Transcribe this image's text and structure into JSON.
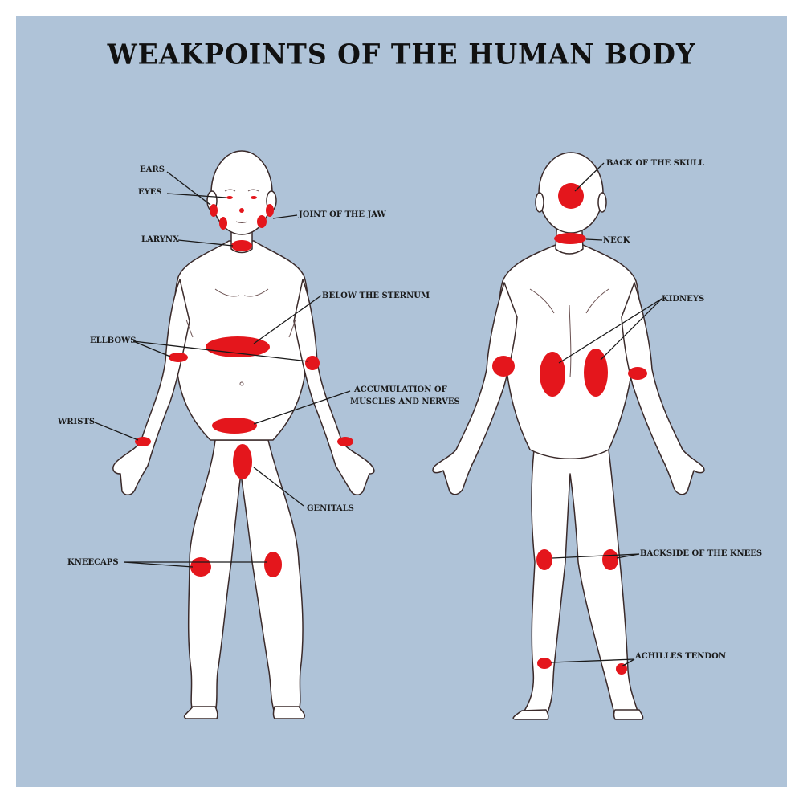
{
  "title": "WEAKPOINTS OF THE HUMAN BODY",
  "colors": {
    "background": "#afc3d8",
    "spot": "#e4161c",
    "body": "#ffffff",
    "outline": "#3a2a2a"
  },
  "front_view": {
    "labels": {
      "ears": "EARS",
      "eyes": "EYES",
      "jaw": "JOINT OF THE JAW",
      "larynx": "LARYNX",
      "sternum": "BELOW THE STERNUM",
      "elbows": "ELLBOWS",
      "nerves_line1": "ACCUMULATION OF",
      "nerves_line2": "MUSCLES AND NERVES",
      "wrists": "WRISTS",
      "genitals": "GENITALS",
      "kneecaps": "KNEECAPS"
    }
  },
  "back_view": {
    "labels": {
      "skull": "BACK OF THE SKULL",
      "neck": "NECK",
      "kidneys": "KIDNEYS",
      "knees": "BACKSIDE OF THE KNEES",
      "achilles": "ACHILLES TENDON"
    }
  }
}
